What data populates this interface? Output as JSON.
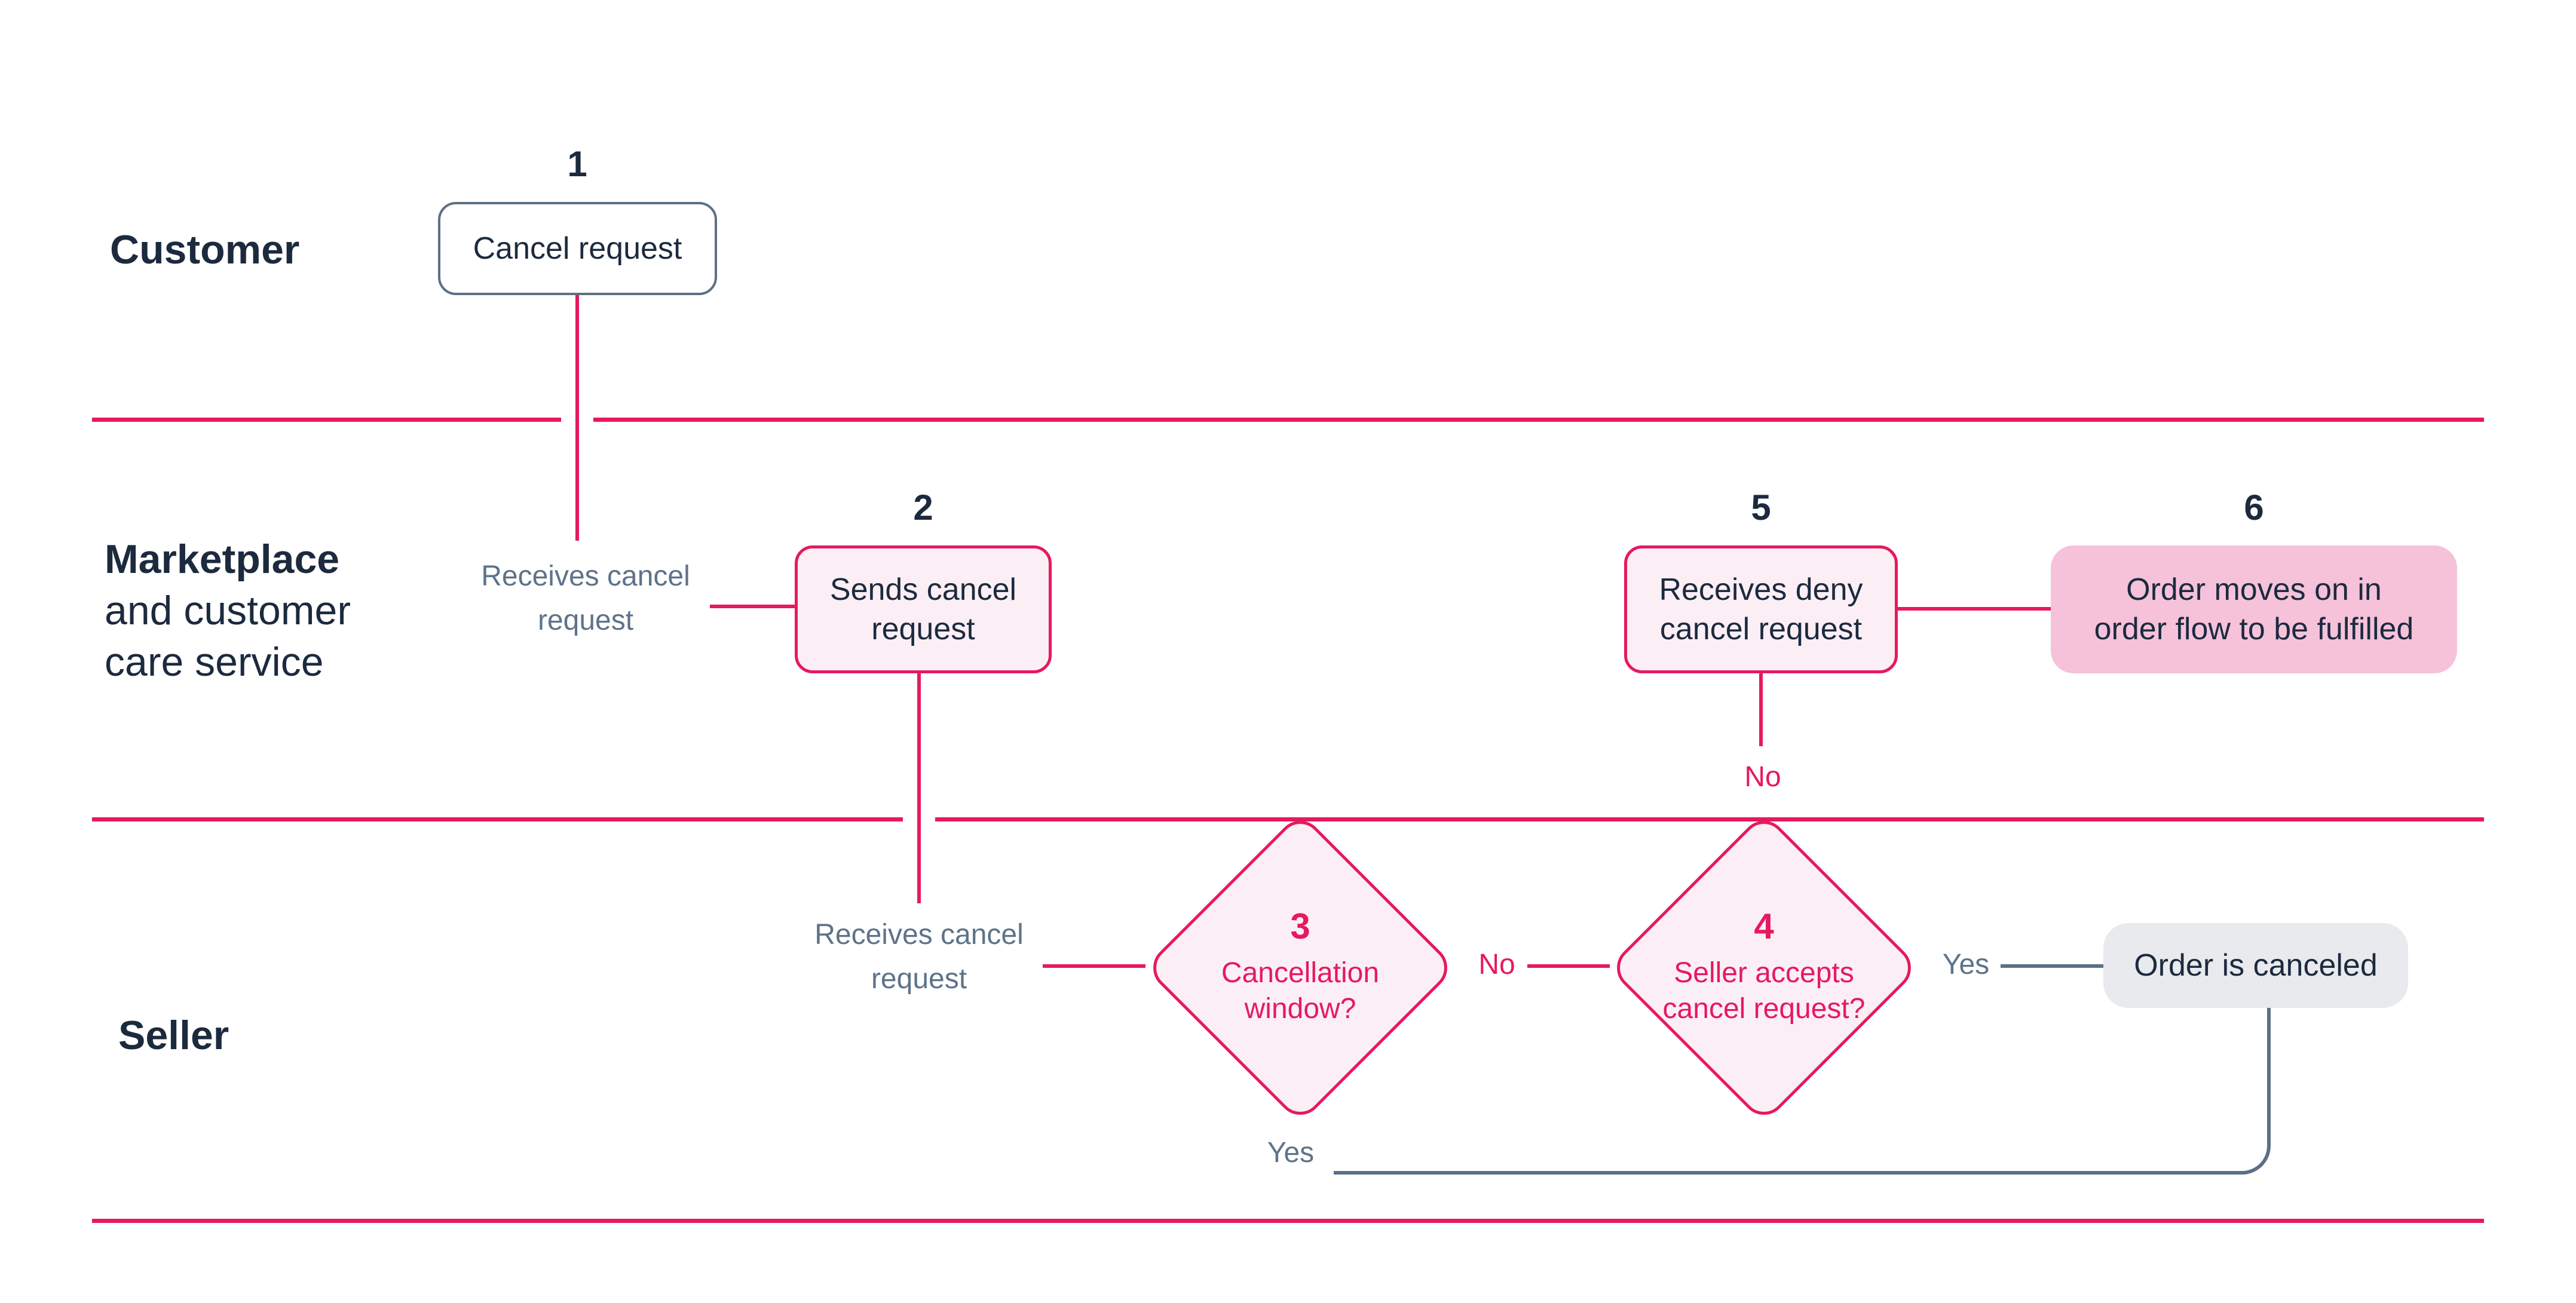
{
  "colors": {
    "pink": "#E6195F",
    "navy": "#1C2A3E",
    "slate_text": "#5E7389",
    "slate_line": "#5C7085",
    "light_pink_fill": "#FBEFF5",
    "medium_pink_fill": "#F5C2DA",
    "gray_fill": "#E8EAED"
  },
  "lanes": [
    {
      "lines": [
        "Customer"
      ]
    },
    {
      "lines": [
        "Marketplace",
        "and customer",
        "care service"
      ]
    },
    {
      "lines": [
        "Seller"
      ]
    }
  ],
  "steps": {
    "n1": {
      "number": "1",
      "lines": [
        "Cancel request"
      ]
    },
    "n2": {
      "number": "2",
      "lines": [
        "Sends cancel",
        "request"
      ]
    },
    "d3": {
      "number": "3",
      "lines": [
        "Cancellation",
        "window?"
      ]
    },
    "d4": {
      "number": "4",
      "lines": [
        "Seller accepts",
        "cancel request?"
      ]
    },
    "n5": {
      "number": "5",
      "lines": [
        "Receives deny",
        "cancel request"
      ]
    },
    "n6": {
      "number": "6",
      "lines": [
        "Order moves on in",
        "order flow to be fulfilled"
      ]
    },
    "end": {
      "lines": [
        "Order is canceled"
      ]
    }
  },
  "annotations": {
    "t1": {
      "lines": [
        "Receives cancel",
        "request"
      ]
    },
    "t2": {
      "lines": [
        "Receives cancel",
        "request"
      ]
    },
    "no_between_diamonds": "No",
    "no_above_diamond4": "No",
    "yes_right_of_diamond4": "Yes",
    "yes_below_diamond3": "Yes"
  }
}
